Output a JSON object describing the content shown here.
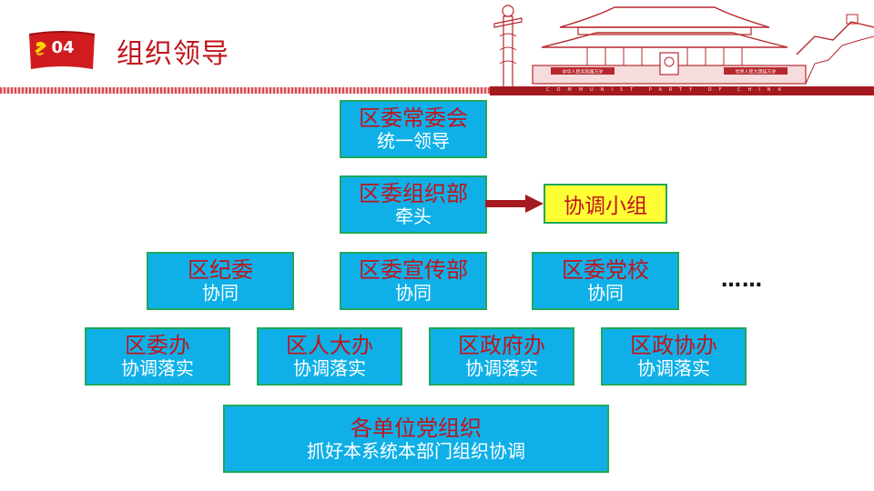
{
  "header": {
    "badge": "04",
    "title": "组织领导",
    "motto": "COMMUNIST PARTY OF CHINA",
    "banner_left": "中华人民共和国万岁",
    "banner_right": "世界人民大团结万岁"
  },
  "colors": {
    "box_fill": "#0fb0e8",
    "box_border": "#1ea85a",
    "title_red": "#c0141c",
    "highlight_yellow": "#ffff33",
    "arrow": "#a51a20"
  },
  "org": {
    "standing_committee": {
      "title": "区委常委会",
      "role": "统一领导"
    },
    "organization_dept": {
      "title": "区委组织部",
      "role": "牵头"
    },
    "coordination_group": {
      "title": "协调小组"
    },
    "discipline_committee": {
      "title": "区纪委",
      "role": "协同"
    },
    "publicity_dept": {
      "title": "区委宣传部",
      "role": "协同"
    },
    "party_school": {
      "title": "区委党校",
      "role": "协同"
    },
    "ellipsis": "……",
    "district_committee_office": {
      "title": "区委办",
      "role": "协调落实"
    },
    "npc_office": {
      "title": "区人大办",
      "role": "协调落实"
    },
    "government_office": {
      "title": "区政府办",
      "role": "协调落实"
    },
    "cppcc_office": {
      "title": "区政协办",
      "role": "协调落实"
    },
    "party_organizations": {
      "title": "各单位党组织",
      "role": "抓好本系统本部门组织协调"
    }
  }
}
